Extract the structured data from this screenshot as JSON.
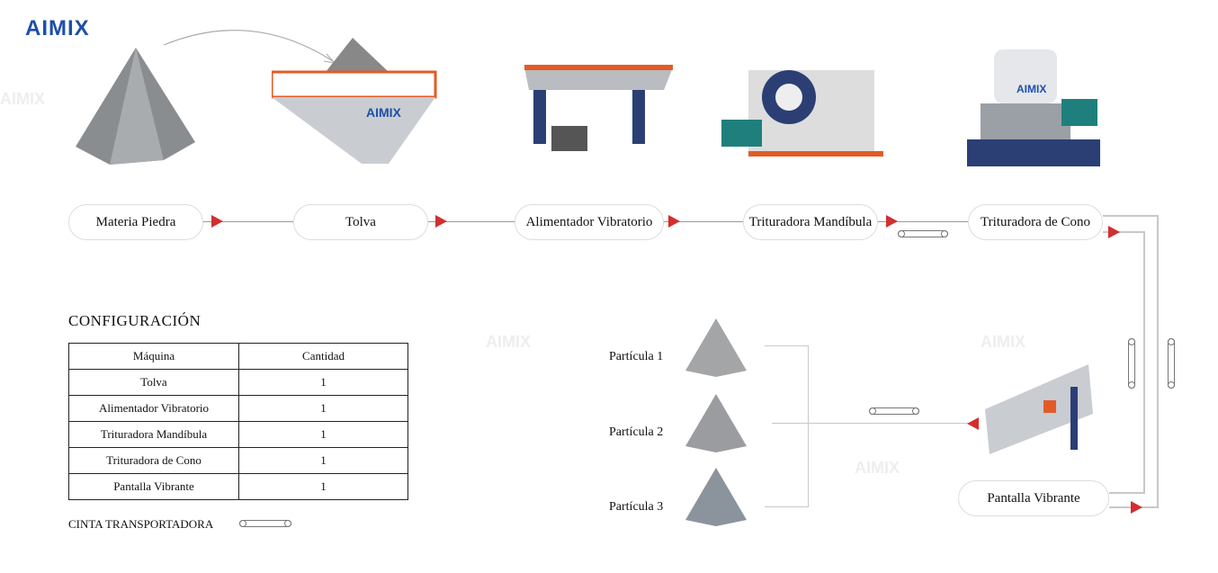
{
  "logo": "AIMIX",
  "colors": {
    "brand": "#1d4fa8",
    "arrow": "#d22f2f"
  },
  "flow": [
    "Materia Piedra",
    "Tolva",
    "Alimentador Vibratorio",
    "Trituradora Mandíbula",
    "Trituradora de Cono"
  ],
  "screen": "Pantalla Vibrante",
  "config": {
    "title": "CONFIGURACIÓN",
    "headers": [
      "Máquina",
      "Cantidad"
    ],
    "rows": [
      [
        "Tolva",
        "1"
      ],
      [
        "Alimentador Vibratorio",
        "1"
      ],
      [
        "Trituradora Mandíbula",
        "1"
      ],
      [
        "Trituradora de Cono",
        "1"
      ],
      [
        "Pantalla Vibrante",
        "1"
      ]
    ],
    "conveyor_label": "CINTA TRANSPORTADORA"
  },
  "particles": [
    "Partícula 1",
    "Partícula 2",
    "Partícula 3"
  ],
  "machine_brand": "AIMIX"
}
